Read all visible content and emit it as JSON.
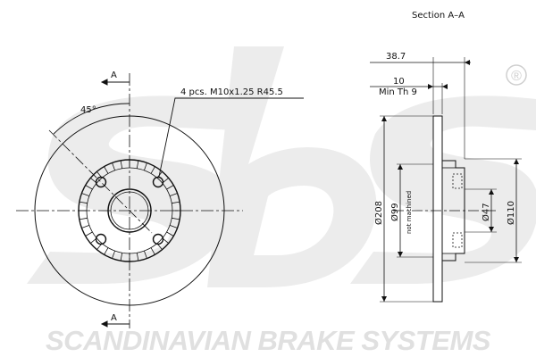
{
  "section_title": "Section A–A",
  "dimensions": {
    "offset": "38.7",
    "thickness": "10",
    "min_thickness": "Min Th 9",
    "outer_diameter": "Ø208",
    "inner_diameter": "Ø99",
    "not_machined": "not machined",
    "center_bore": "Ø47",
    "hub_diameter": "Ø110",
    "angle": "45°",
    "bolt_spec": "4 pcs.  M10x1.25   R45.5"
  },
  "section_marks": {
    "top": "A",
    "bottom": "A"
  },
  "branding": {
    "company": "SCANDINAVIAN BRAKE SYSTEMS",
    "registered": "®",
    "logo_icon": "sbs-logo-watermark"
  },
  "colors": {
    "line": "#111111",
    "watermark": "#e6e6e6"
  }
}
